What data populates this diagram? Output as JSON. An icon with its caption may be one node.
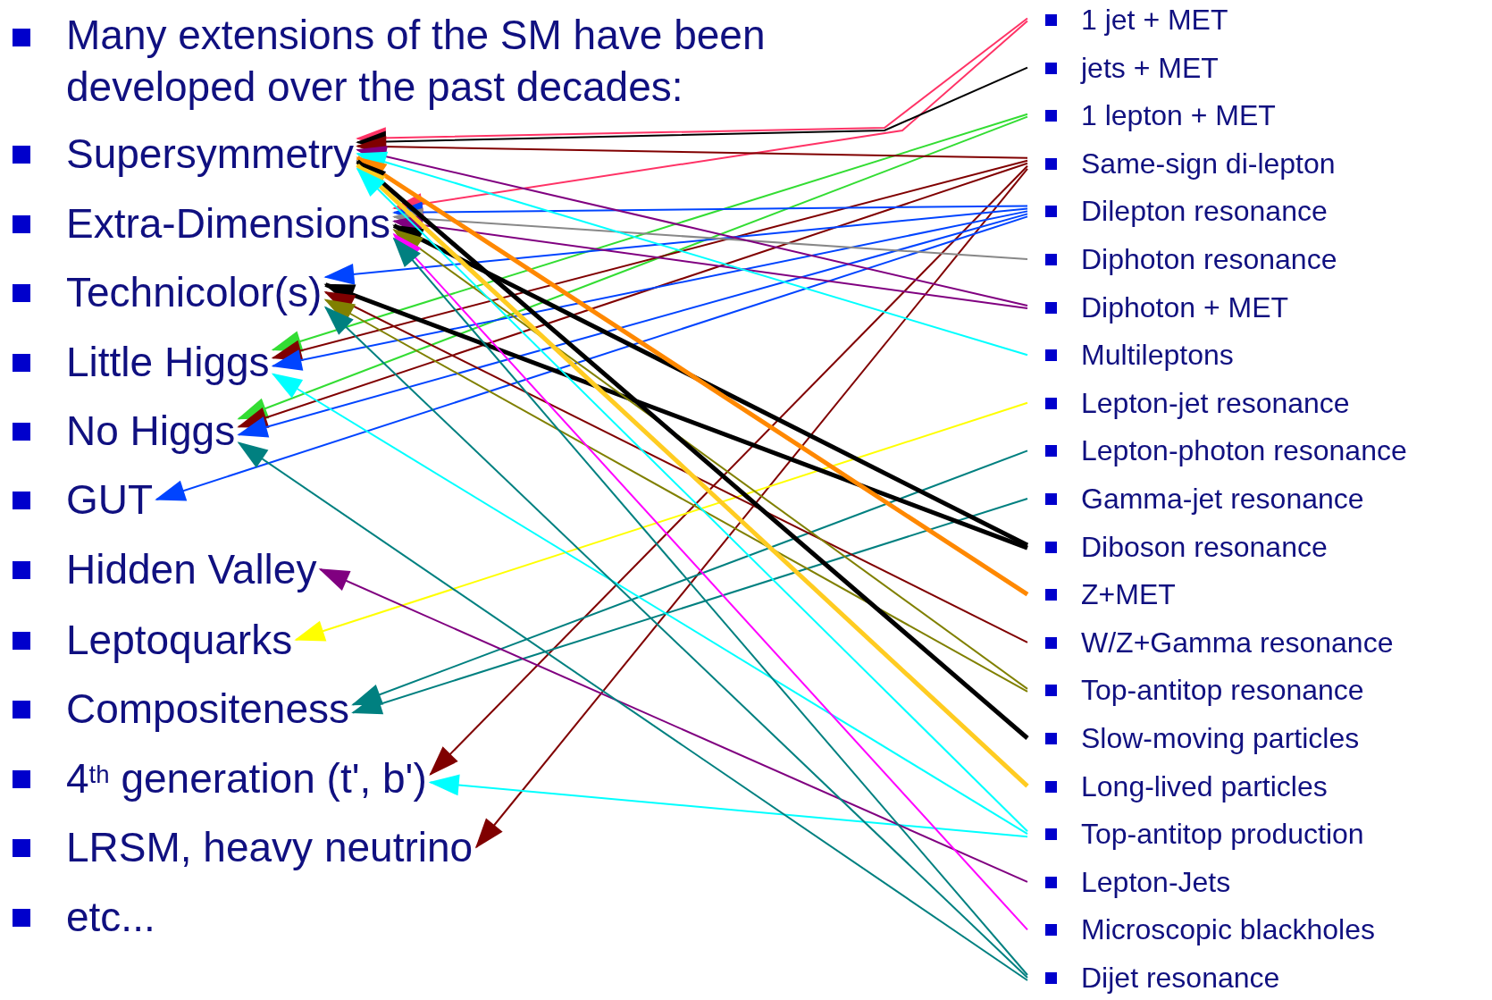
{
  "diagram": {
    "nodes": [
      {
        "text": [
          "Many extensions of the SM have been developed over the past decades:"
        ]
      },
      {
        "text": [
          "Supersymmetry"
        ]
      },
      {
        "text": [
          "Extra-Dimensions"
        ]
      },
      {
        "text": [
          "Technicolor(s)"
        ]
      },
      {
        "text": [
          "Little Higgs"
        ]
      },
      {
        "text": [
          "No Higgs"
        ]
      },
      {
        "text": [
          "GUT"
        ]
      },
      {
        "text": [
          "Hidden Valley"
        ]
      },
      {
        "text": [
          "Leptoquarks"
        ]
      },
      {
        "text": [
          "Compositeness"
        ]
      },
      {
        "text": [
          "4$^{th}$ generation  (t', b')"
        ]
      },
      {
        "text": [
          "LRSM, heavy neutrino"
        ]
      },
      {
        "text": [
          "etc..."
        ]
      },
      {
        "text": [
          "1 jet + MET"
        ]
      },
      {
        "text": [
          "jets + MET"
        ]
      },
      {
        "text": [
          "1 lepton + MET"
        ]
      },
      {
        "text": [
          "Same-sign di-lepton"
        ]
      },
      {
        "text": [
          "Dilepton resonance"
        ]
      },
      {
        "text": [
          "Diphoton resonance"
        ]
      },
      {
        "text": [
          "Diphoton + MET"
        ]
      },
      {
        "text": [
          "Multileptons"
        ]
      },
      {
        "text": [
          "Lepton-jet resonance"
        ]
      },
      {
        "text": [
          "Lepton-photon resonance"
        ]
      },
      {
        "text": [
          "Gamma-jet resonance"
        ]
      },
      {
        "text": [
          "Diboson resonance"
        ]
      },
      {
        "text": [
          "Z+MET"
        ]
      },
      {
        "text": [
          "W/Z+Gamma resonance"
        ]
      },
      {
        "text": [
          "Top-antitop resonance"
        ]
      },
      {
        "text": [
          "Slow-moving particles"
        ]
      },
      {
        "text": [
          "Long-lived particles"
        ]
      },
      {
        "text": [
          "Top-antitop production"
        ]
      },
      {
        "text": [
          "Lepton-Jets"
        ]
      },
      {
        "text": [
          "Microscopic blackholes"
        ]
      },
      {
        "text": [
          "Dijet resonance"
        ]
      }
    ],
    "edges": [
      {
        "from": 13,
        "to": 1,
        "arrow": "to",
        "color": "#ff3366"
      },
      {
        "from": 13,
        "to": 2,
        "arrow": "to",
        "color": "#ff3366"
      },
      {
        "from": 14,
        "to": 1,
        "arrow": "to",
        "color": "#000000"
      },
      {
        "from": 15,
        "to": 4,
        "arrow": "to",
        "color": "#33dd33"
      },
      {
        "from": 15,
        "to": 5,
        "arrow": "to",
        "color": "#33dd33"
      },
      {
        "from": 16,
        "to": 1,
        "arrow": "to",
        "color": "#800000"
      },
      {
        "from": 16,
        "to": 4,
        "arrow": "to",
        "color": "#800000"
      },
      {
        "from": 16,
        "to": 5,
        "arrow": "to",
        "color": "#800000"
      },
      {
        "from": 16,
        "to": 10,
        "arrow": "to",
        "color": "#800000"
      },
      {
        "from": 16,
        "to": 11,
        "arrow": "to",
        "color": "#800000"
      },
      {
        "from": 17,
        "to": 2,
        "arrow": "to",
        "color": "#0044ff"
      },
      {
        "from": 17,
        "to": 3,
        "arrow": "to",
        "color": "#0044ff"
      },
      {
        "from": 17,
        "to": 4,
        "arrow": "to",
        "color": "#0044ff"
      },
      {
        "from": 17,
        "to": 5,
        "arrow": "to",
        "color": "#0044ff"
      },
      {
        "from": 17,
        "to": 6,
        "arrow": "to",
        "color": "#0044ff"
      },
      {
        "from": 18,
        "to": 2,
        "arrow": "to",
        "color": "#888888"
      },
      {
        "from": 19,
        "to": 1,
        "arrow": "to",
        "color": "#800080"
      },
      {
        "from": 19,
        "to": 2,
        "arrow": "to",
        "color": "#800080"
      },
      {
        "from": 20,
        "to": 1,
        "arrow": "to",
        "color": "#00ffff"
      },
      {
        "from": 21,
        "to": 8,
        "arrow": "to",
        "color": "#ffff00"
      },
      {
        "from": 22,
        "to": 9,
        "arrow": "to",
        "color": "#008080"
      },
      {
        "from": 23,
        "to": 9,
        "arrow": "to",
        "color": "#008080"
      },
      {
        "from": 24,
        "to": 2,
        "arrow": "to",
        "style": "thick",
        "color": "#000000"
      },
      {
        "from": 24,
        "to": 3,
        "arrow": "to",
        "style": "thick",
        "color": "#000000"
      },
      {
        "from": 25,
        "to": 1,
        "arrow": "to",
        "style": "thick",
        "color": "#ff8800"
      },
      {
        "from": 26,
        "to": 3,
        "arrow": "to",
        "color": "#800000"
      },
      {
        "from": 27,
        "to": 2,
        "arrow": "to",
        "color": "#808000"
      },
      {
        "from": 27,
        "to": 3,
        "arrow": "to",
        "color": "#808000"
      },
      {
        "from": 28,
        "to": 1,
        "arrow": "to",
        "style": "thick",
        "color": "#000000"
      },
      {
        "from": 29,
        "to": 1,
        "arrow": "to",
        "style": "thick",
        "color": "#ffcc22"
      },
      {
        "from": 30,
        "to": 1,
        "arrow": "to",
        "color": "#00ffff"
      },
      {
        "from": 30,
        "to": 4,
        "arrow": "to",
        "color": "#00ffff"
      },
      {
        "from": 30,
        "to": 10,
        "arrow": "to",
        "color": "#00ffff"
      },
      {
        "from": 31,
        "to": 7,
        "arrow": "to",
        "color": "#800080"
      },
      {
        "from": 32,
        "to": 2,
        "arrow": "to",
        "color": "#ff00ff"
      },
      {
        "from": 33,
        "to": 2,
        "arrow": "to",
        "color": "#008080"
      },
      {
        "from": 33,
        "to": 3,
        "arrow": "to",
        "color": "#008080"
      },
      {
        "from": 33,
        "to": 5,
        "arrow": "to",
        "color": "#008080"
      }
    ]
  }
}
